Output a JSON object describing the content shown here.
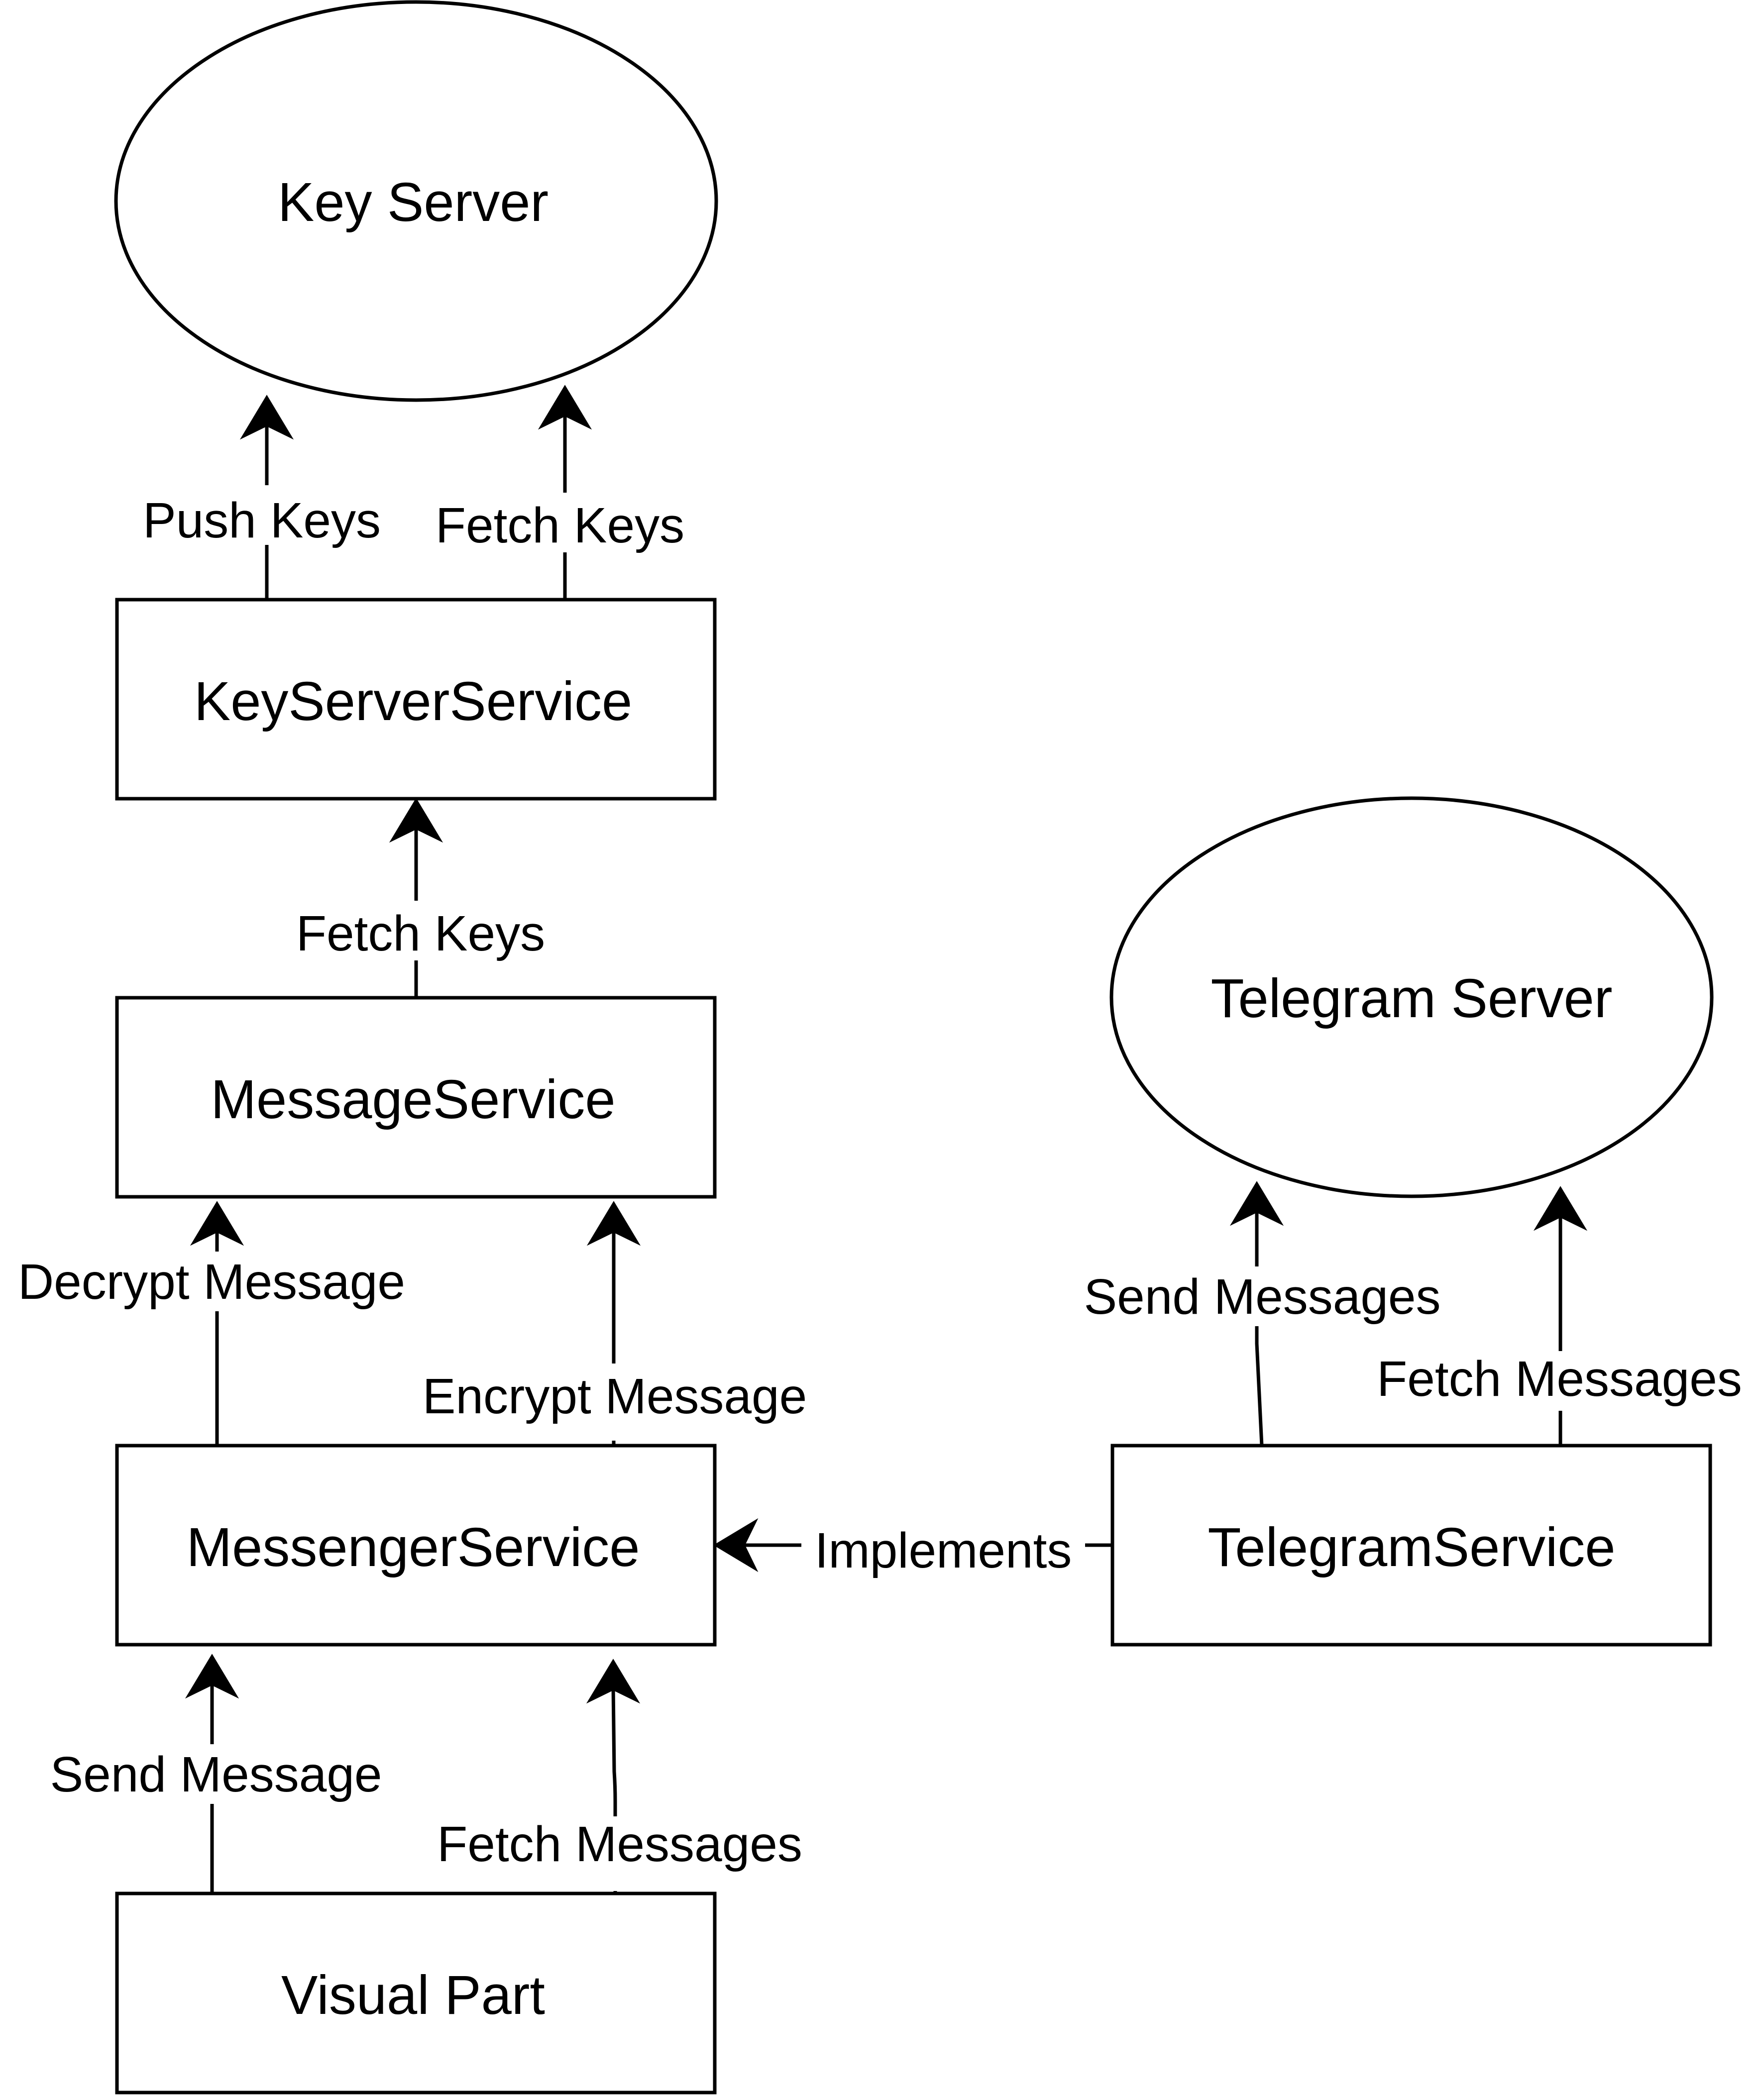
{
  "nodes": {
    "key_server": {
      "label": "Key Server",
      "shape": "ellipse"
    },
    "key_server_service": {
      "label": "KeyServerService",
      "shape": "rectangle"
    },
    "message_service": {
      "label": "MessageService",
      "shape": "rectangle"
    },
    "messenger_service": {
      "label": "MessengerService",
      "shape": "rectangle"
    },
    "visual_part": {
      "label": "Visual Part",
      "shape": "rectangle"
    },
    "telegram_server": {
      "label": "Telegram Server",
      "shape": "ellipse"
    },
    "telegram_service": {
      "label": "TelegramService",
      "shape": "rectangle"
    }
  },
  "edges": {
    "push_keys": {
      "label": "Push Keys",
      "from": "KeyServerService",
      "to": "Key Server"
    },
    "fetch_keys_top": {
      "label": "Fetch Keys",
      "from": "KeyServerService",
      "to": "Key Server"
    },
    "fetch_keys_mid": {
      "label": "Fetch Keys",
      "from": "MessageService",
      "to": "KeyServerService"
    },
    "decrypt_message": {
      "label": "Decrypt Message",
      "from": "MessengerService",
      "to": "MessageService"
    },
    "encrypt_message": {
      "label": "Encrypt Message",
      "from": "MessengerService",
      "to": "MessageService"
    },
    "send_message": {
      "label": "Send Message",
      "from": "Visual Part",
      "to": "MessengerService"
    },
    "fetch_messages_left": {
      "label": "Fetch Messages",
      "from": "Visual Part",
      "to": "MessengerService"
    },
    "implements": {
      "label": "Implements",
      "from": "TelegramService",
      "to": "MessengerService"
    },
    "send_messages": {
      "label": "Send Messages",
      "from": "TelegramService",
      "to": "Telegram Server"
    },
    "fetch_messages_right": {
      "label": "Fetch Messages",
      "from": "TelegramService",
      "to": "Telegram Server"
    }
  },
  "colors": {
    "stroke": "#000000",
    "fill": "#ffffff",
    "text": "#000000"
  }
}
